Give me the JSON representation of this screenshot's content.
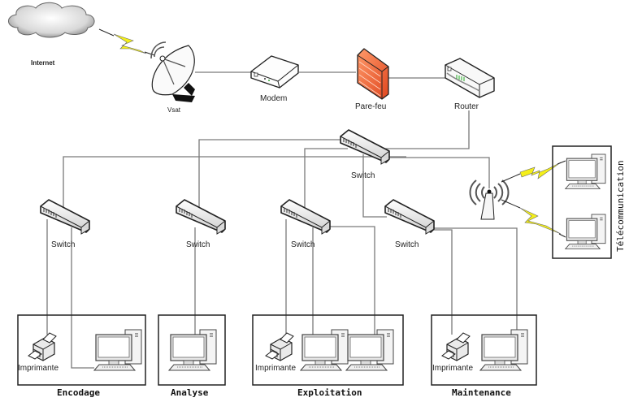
{
  "diagram": {
    "type": "network-topology",
    "nodes": {
      "internet": {
        "label": "Internet",
        "icon": "cloud-icon"
      },
      "vsat": {
        "label": "Vsat",
        "icon": "satellite-dish-icon"
      },
      "modem": {
        "label": "Modem",
        "icon": "modem-icon"
      },
      "firewall": {
        "label": "Pare-feu",
        "icon": "firewall-icon"
      },
      "router": {
        "label": "Router",
        "icon": "router-icon"
      },
      "core_switch": {
        "label": "Switch",
        "icon": "switch-icon"
      },
      "switch_encodage": {
        "label": "Switch",
        "icon": "switch-icon"
      },
      "switch_analyse": {
        "label": "Switch",
        "icon": "switch-icon"
      },
      "switch_exploitation": {
        "label": "Switch",
        "icon": "switch-icon"
      },
      "switch_maintenance": {
        "label": "Switch",
        "icon": "switch-icon"
      },
      "wireless_ap": {
        "label": "",
        "icon": "wireless-antenna-icon"
      }
    },
    "zones": [
      {
        "name": "Encodage",
        "devices": [
          {
            "type": "printer",
            "label": "Imprimante"
          },
          {
            "type": "computer",
            "label": ""
          }
        ]
      },
      {
        "name": "Analyse",
        "devices": [
          {
            "type": "computer",
            "label": ""
          }
        ]
      },
      {
        "name": "Exploitation",
        "devices": [
          {
            "type": "printer",
            "label": "Imprimante"
          },
          {
            "type": "computer",
            "label": ""
          },
          {
            "type": "computer",
            "label": ""
          }
        ]
      },
      {
        "name": "Maintenance",
        "devices": [
          {
            "type": "printer",
            "label": "Imprimante"
          },
          {
            "type": "computer",
            "label": ""
          }
        ]
      },
      {
        "name": "Télécommunication",
        "devices": [
          {
            "type": "computer",
            "label": ""
          },
          {
            "type": "computer",
            "label": ""
          }
        ]
      }
    ],
    "links": [
      {
        "from": "internet",
        "to": "vsat",
        "kind": "wireless"
      },
      {
        "from": "vsat",
        "to": "modem",
        "kind": "wired"
      },
      {
        "from": "modem",
        "to": "firewall",
        "kind": "wired"
      },
      {
        "from": "firewall",
        "to": "router",
        "kind": "wired"
      },
      {
        "from": "router",
        "to": "core_switch",
        "kind": "wired"
      },
      {
        "from": "core_switch",
        "to": "switch_encodage",
        "kind": "wired"
      },
      {
        "from": "core_switch",
        "to": "switch_analyse",
        "kind": "wired"
      },
      {
        "from": "core_switch",
        "to": "switch_exploitation",
        "kind": "wired"
      },
      {
        "from": "core_switch",
        "to": "switch_maintenance",
        "kind": "wired"
      },
      {
        "from": "core_switch",
        "to": "wireless_ap",
        "kind": "wired"
      },
      {
        "from": "wireless_ap",
        "to": "Télécommunication",
        "kind": "wireless"
      }
    ],
    "colors": {
      "wire": "#7a7a7a",
      "lightning": "#f4ef1a",
      "firewall": "#f26a3b"
    }
  }
}
